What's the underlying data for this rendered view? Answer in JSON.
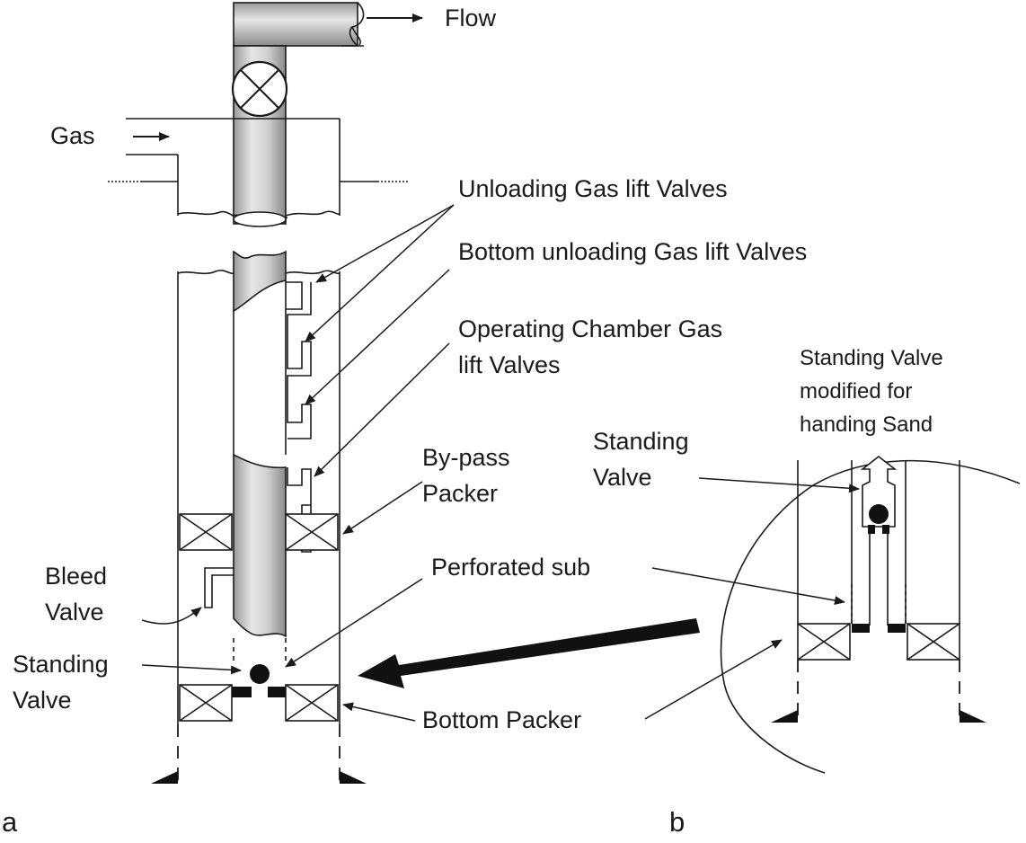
{
  "labels": {
    "flow": "Flow",
    "gas": "Gas",
    "unloading_valves": "Unloading Gas lift Valves",
    "bottom_unloading_valves": "Bottom unloading Gas lift Valves",
    "operating_chamber_line1": "Operating Chamber Gas",
    "operating_chamber_line2": "lift Valves",
    "bypass_packer_line1": "By-pass",
    "bypass_packer_line2": "Packer",
    "bleed_valve_line1": "Bleed",
    "bleed_valve_line2": "Valve",
    "perforated_sub": "Perforated sub",
    "standing_valve_a_line1": "Standing",
    "standing_valve_a_line2": "Valve",
    "bottom_packer": "Bottom Packer",
    "standing_valve_b_line1": "Standing",
    "standing_valve_b_line2": "Valve",
    "modified_line1": "Standing Valve",
    "modified_line2": "modified for",
    "modified_line3": "handing Sand"
  },
  "panels": {
    "a": "a",
    "b": "b"
  },
  "colors": {
    "ink": "#1a1a1a",
    "tubing_fill": "#cfcfcf",
    "background": "#ffffff"
  }
}
